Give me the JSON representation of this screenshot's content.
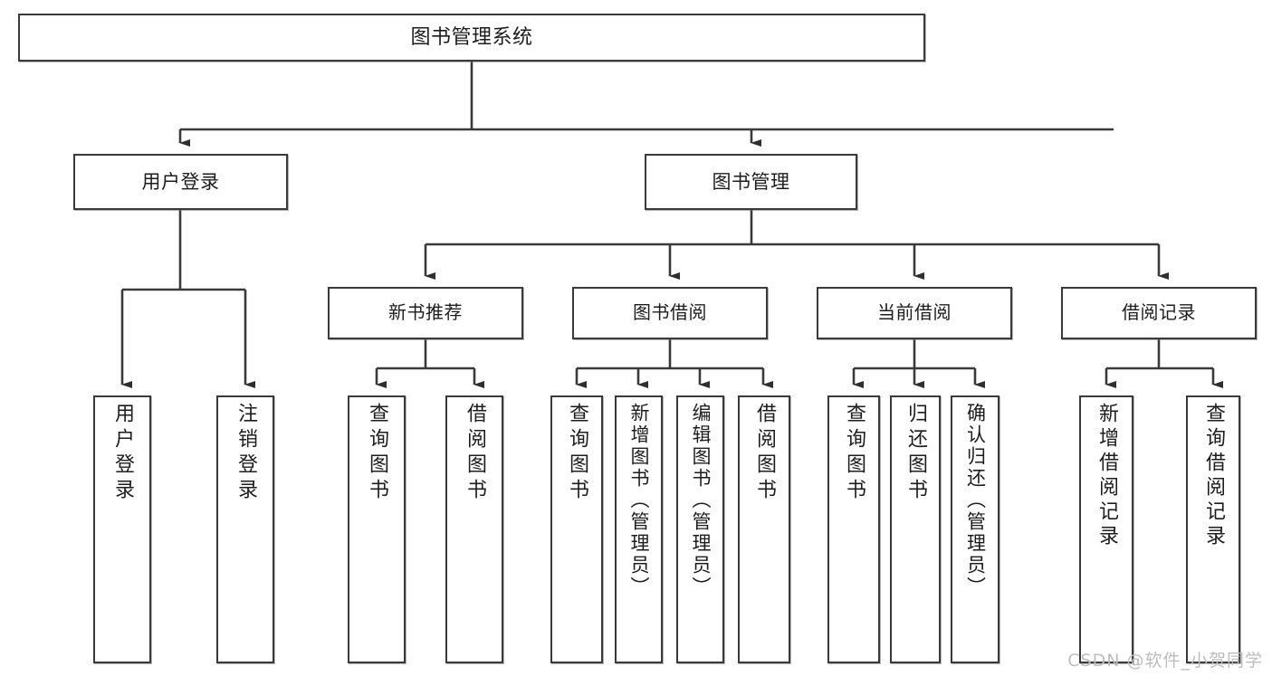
{
  "diagram": {
    "type": "tree",
    "title": "图书管理系统",
    "root": {
      "id": "root",
      "label": "图书管理系统"
    },
    "tier2": [
      {
        "id": "user-login",
        "label": "用户登录"
      },
      {
        "id": "book-manage",
        "label": "图书管理"
      }
    ],
    "tier3": [
      {
        "id": "new-book-recommend",
        "label": "新书推荐"
      },
      {
        "id": "book-borrow",
        "label": "图书借阅"
      },
      {
        "id": "current-borrow",
        "label": "当前借阅"
      },
      {
        "id": "borrow-record",
        "label": "借阅记录"
      }
    ],
    "leaves": [
      {
        "id": "leaf-user-login",
        "label": "用户登录",
        "parent": "user-login"
      },
      {
        "id": "leaf-user-logout",
        "label": "注销登录",
        "parent": "user-login"
      },
      {
        "id": "leaf-query-book-1",
        "label": "查询图书",
        "parent": "new-book-recommend"
      },
      {
        "id": "leaf-borrow-book-1",
        "label": "借阅图书",
        "parent": "new-book-recommend"
      },
      {
        "id": "leaf-query-book-2",
        "label": "查询图书",
        "parent": "book-borrow"
      },
      {
        "id": "leaf-add-book",
        "label": "新增图书（管理员）",
        "parent": "book-borrow"
      },
      {
        "id": "leaf-edit-book",
        "label": "编辑图书（管理员）",
        "parent": "book-borrow"
      },
      {
        "id": "leaf-borrow-book-2",
        "label": "借阅图书",
        "parent": "book-borrow"
      },
      {
        "id": "leaf-query-book-3",
        "label": "查询图书",
        "parent": "current-borrow"
      },
      {
        "id": "leaf-return-book",
        "label": "归还图书",
        "parent": "current-borrow"
      },
      {
        "id": "leaf-confirm-return",
        "label": "确认归还（管理员）",
        "parent": "current-borrow"
      },
      {
        "id": "leaf-add-record",
        "label": "新增借阅记录",
        "parent": "borrow-record"
      },
      {
        "id": "leaf-query-record",
        "label": "查询借阅记录",
        "parent": "borrow-record"
      }
    ]
  },
  "watermark": {
    "text": "CSDN @软件_小贺同学"
  },
  "colors": {
    "border": "#3a3a3a",
    "text": "#1d1d1d",
    "background": "#ffffff",
    "edge": "#3a3a3a",
    "watermark": "#bdbdbd"
  }
}
